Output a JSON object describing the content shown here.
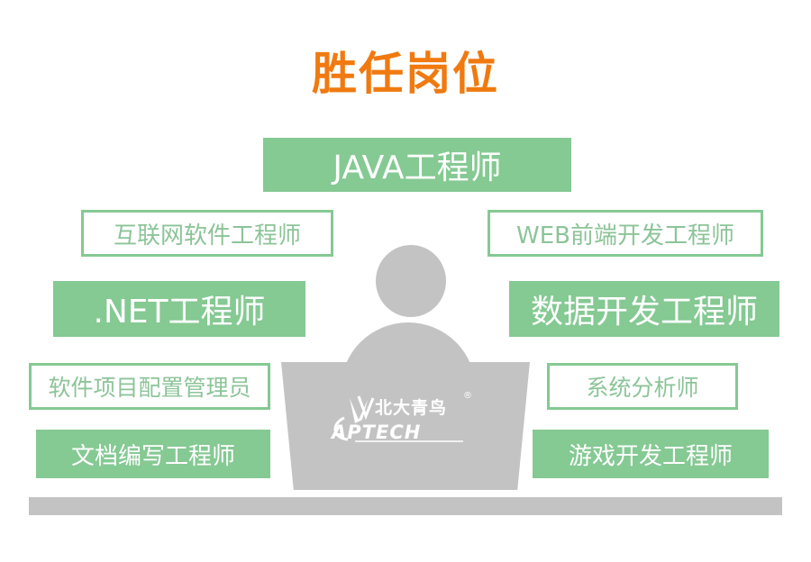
{
  "title": "胜任岗位",
  "jobs": {
    "java": "JAVA工程师",
    "internet_software": "互联网软件工程师",
    "web_frontend": "WEB前端开发工程师",
    "dotnet": ".NET工程师",
    "data_dev": "数据开发工程师",
    "config_admin": "软件项目配置管理员",
    "system_analyst": "系统分析师",
    "doc_writer": "文档编写工程师",
    "game_dev": "游戏开发工程师"
  },
  "logo": {
    "chinese": "北大青鸟",
    "english": "APTECH",
    "registered": "®"
  },
  "colors": {
    "title": "#f07a10",
    "green": "#85c993",
    "gray": "#c3c3c3"
  }
}
